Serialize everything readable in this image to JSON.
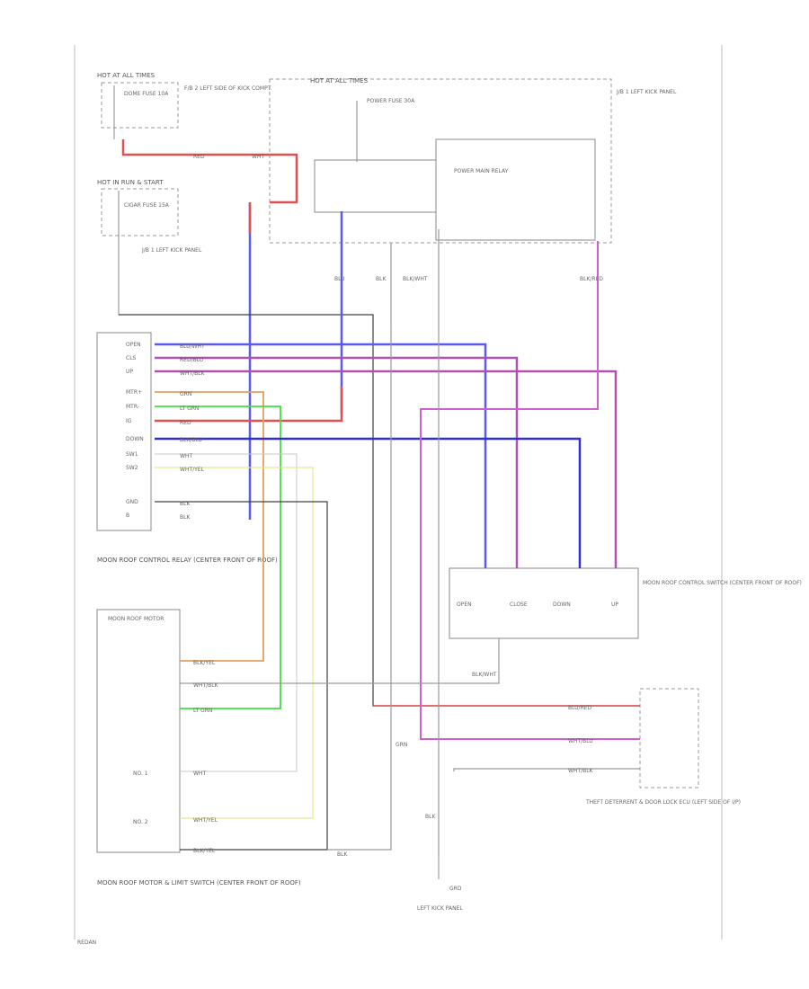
{
  "colors": {
    "blue": "#5a5af0",
    "red": "#e05050",
    "purple": "#b050b0",
    "magenta": "#d060d0",
    "orange": "#e0a060",
    "green": "#40e040",
    "gray": "#9a9a9a",
    "black": "#404040",
    "yellow": "#e8e890",
    "navy": "#3030d0",
    "lightgray": "#c8c8c8"
  },
  "labels": {
    "hot_all_times": "HOT AT ALL TIMES",
    "hot_all_times_2": "HOT AT ALL TIMES",
    "fuse_dome": "DOME FUSE 10A",
    "fuse_dome_loc": "F/B 2 LEFT SIDE OF KICK COMPT.",
    "hot_run": "HOT IN RUN & START",
    "fuse_cig": "CIGAR FUSE 15A",
    "jb1_lower": "J/B 1 LEFT KICK PANEL",
    "jb1_upper": "J/B 1 LEFT KICK PANEL",
    "power_fuse": "POWER FUSE 30A",
    "power_relay": "POWER MAIN RELAY",
    "relay_control_title": "MOON ROOF CONTROL RELAY (CENTER FRONT OF ROOF)",
    "motor_title": "MOON ROOF MOTOR",
    "motor_switch_title": "MOON ROOF MOTOR & LIMIT SWITCH (CENTER FRONT OF ROOF)",
    "switch_title": "MOON ROOF CONTROL SWITCH (CENTER FRONT OF ROOF)",
    "theft_title": "THEFT DETERRENT & DOOR LOCK ECU (LEFT SIDE OF I/P)",
    "ground_title": "LEFT KICK PANEL",
    "ls1": "NO. 1",
    "ls2": "NO. 2",
    "footer": "REDAN",
    "grd": "GRD"
  },
  "relay_pins": [
    "OPEN",
    "CLS",
    "UP",
    "MTR+",
    "MTR-",
    "IG",
    "DOWN",
    "SW1",
    "SW2",
    "",
    "GND",
    "B"
  ],
  "switch_pins": [
    "OPEN",
    "CLOSE",
    "DOWN",
    "UP"
  ],
  "wire_labels": {
    "red": "RED",
    "wht": "WHT",
    "blu": "BLU",
    "blk": "BLK",
    "blk_wht_1": "BLK/WHT",
    "blk_red": "BLK/RED",
    "blk_yel": "BLK/YEL",
    "grn": "GRN",
    "ltgrn": "LT GRN",
    "red2": "RED",
    "blk_blu": "BLK/BLU",
    "wht2": "WHT",
    "wht_yel": "WHT/YEL",
    "blk2": "BLK",
    "blk3": "BLK",
    "blu_wht": "BLU/WHT",
    "red_blu": "RED/BLU",
    "wht_blk": "WHT/BLK",
    "blk_yel2": "BLK/YEL",
    "wht_blk2": "WHT/BLK",
    "lt_grn2": "LT GRN",
    "wht3": "WHT",
    "wht_yel2": "WHT/YEL",
    "blk_yel3": "BLK/YEL",
    "blk4": "BLK",
    "blk_wht_s": "BLK/WHT",
    "blu_red": "BLU/RED",
    "wht_blu": "WHT/BLU",
    "grn2": "GRN",
    "wht_blk3": "WHT/BLK",
    "blk5": "BLK"
  }
}
